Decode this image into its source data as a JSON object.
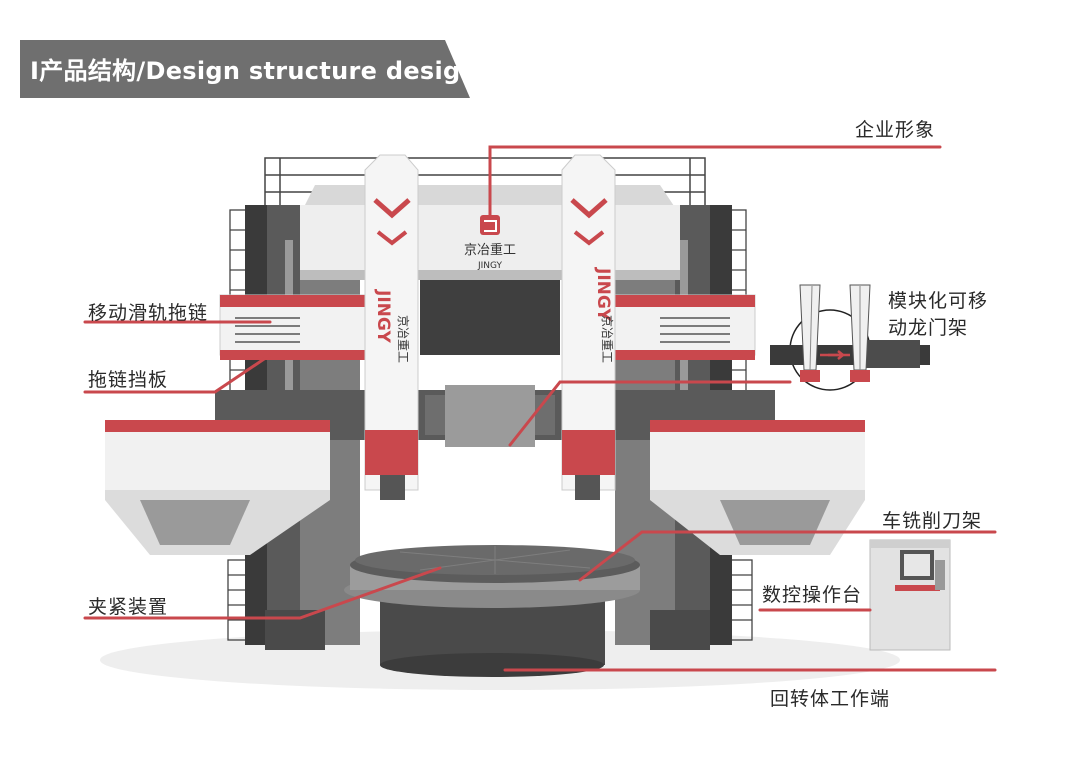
{
  "header": {
    "title": "I产品结构/Design structure design"
  },
  "machine": {
    "logo_text_cn": "京冶重工",
    "logo_text_en": "JINGY",
    "column_brand": "JINGY",
    "column_text_cn": "京冶重工"
  },
  "labels": {
    "corporate_image": "企业形象",
    "moving_rail_drag_chain": "移动滑轨拖链",
    "drag_chain_baffle": "拖链挡板",
    "modular_gantry_line1": "模块化可移",
    "modular_gantry_line2": "动龙门架",
    "turning_milling_tool_holder": "车铣削刀架",
    "cnc_console": "数控操作台",
    "clamping_device": "夹紧装置",
    "rotary_worktable": "回转体工作端"
  },
  "colors": {
    "accent_red": "#c9484d",
    "banner_gray": "#6f6f6f",
    "machine_dark": "#4a4a4a",
    "machine_mid": "#8a8a8a",
    "machine_light": "#e8e8e8"
  }
}
